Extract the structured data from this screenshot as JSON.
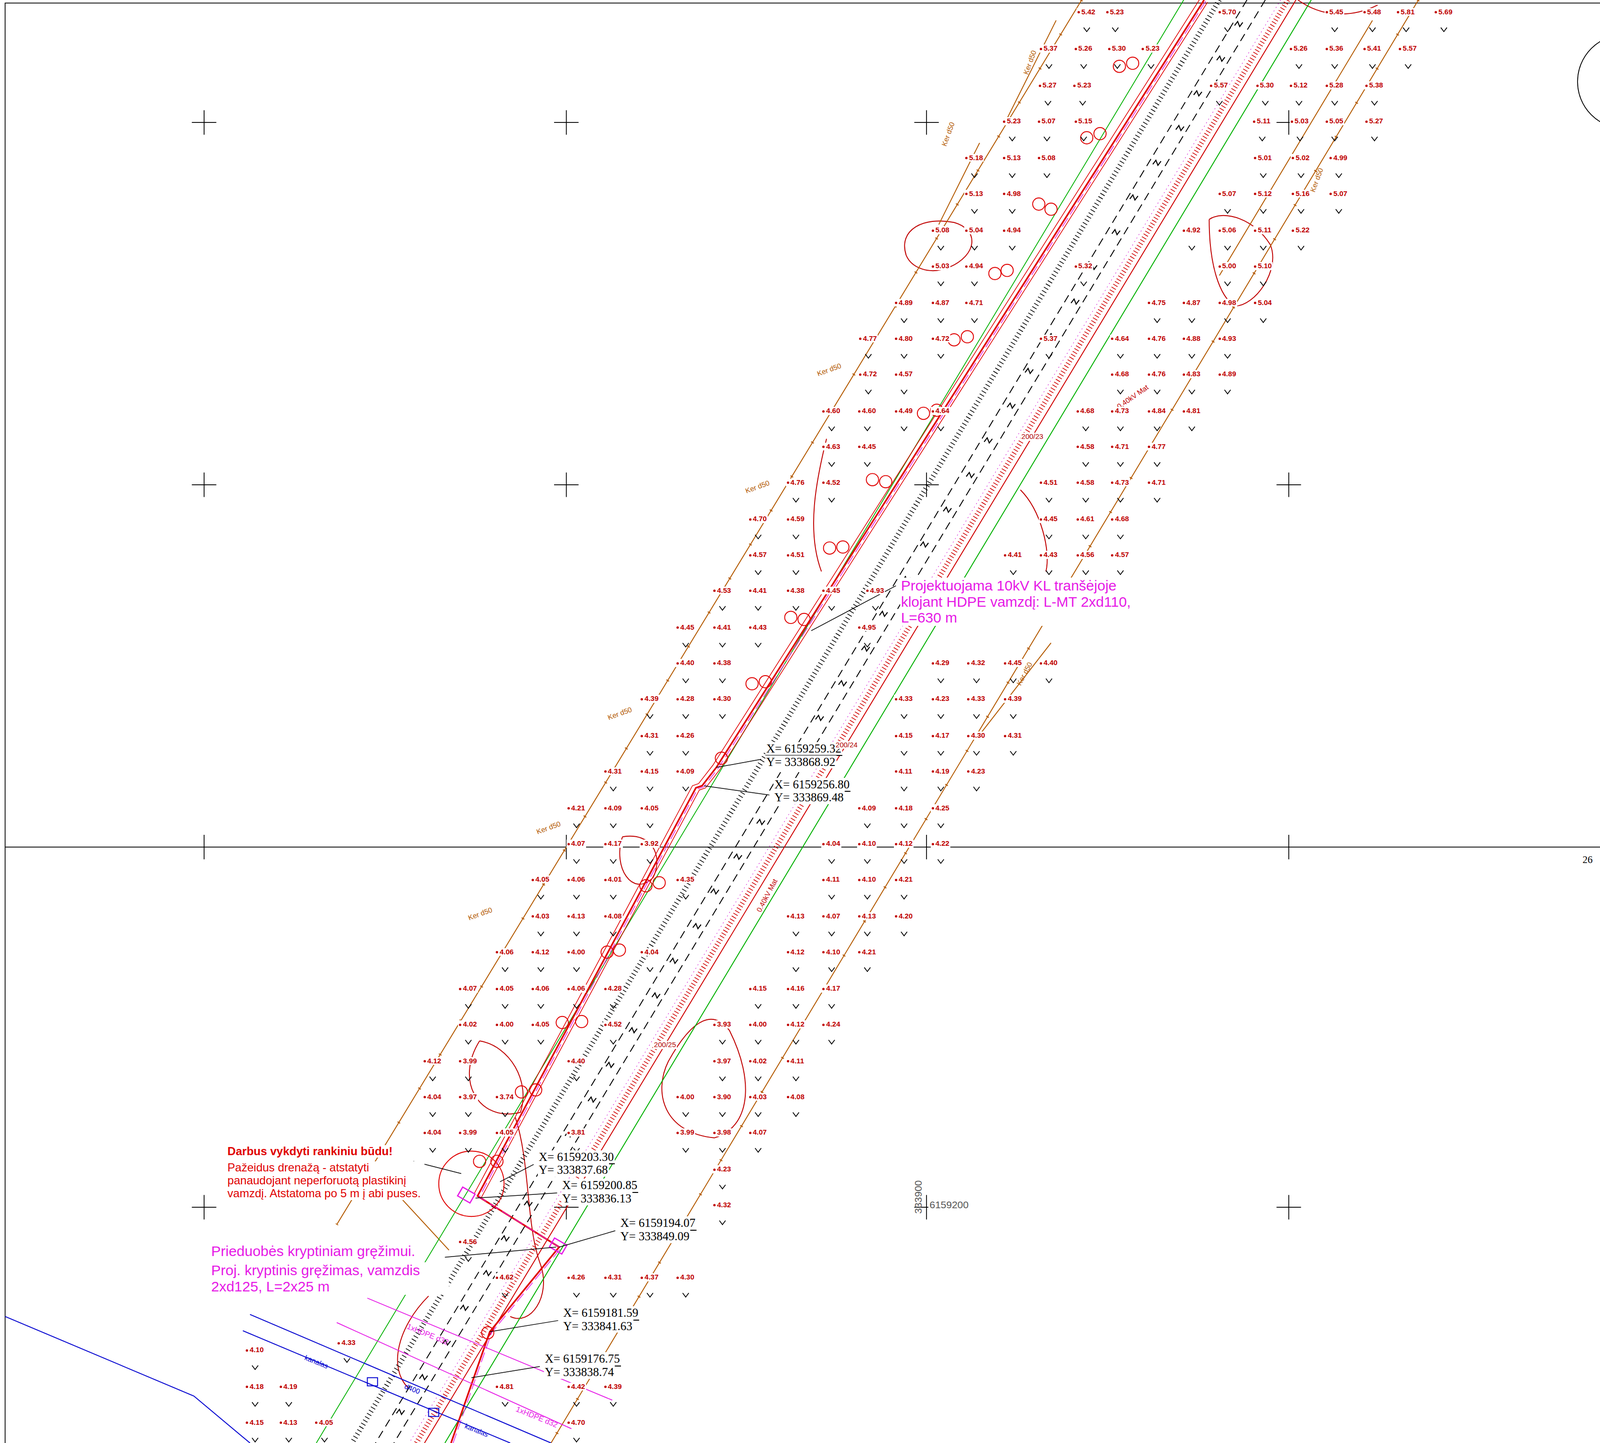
{
  "diagram": {
    "labels": [
      "Projektuojama 10kV KL tranšėjoje klojant HDPE vamzdį: L-MT 2xd110, L=630 m",
      "Prieduobės kryptiniam gręžimui.",
      "Proj. kryptinis gręžimas, vamzdis 2xd125, L=2x25 m",
      "Darbus vykdyti rankiniu būdu!",
      "Pažeidus drenažą - atstatyti panaudojant neperforuotą plastikinį vamzdį. Atstatoma po 5 m į abi puses.",
      "X= 6159259.32",
      "Y= 333868.92",
      "X= 6159256.80",
      "Y= 333869.48",
      "X= 6159203.30",
      "Y= 333837.68",
      "X= 6159200.85",
      "Y= 333836.13",
      "X= 6159194.07",
      "Y= 333849.09",
      "X= 6159181.59",
      "Y= 333841.63",
      "X= 6159176.75",
      "Y= 333838.74",
      "333900",
      "6159200",
      "26",
      "Ker d50",
      "Ker d50",
      "Ker d50",
      "Ker d50",
      "Ker d50",
      "Ker d50",
      "Ker d50",
      "Ker d50",
      "Ker d50",
      "200/25",
      "200/24",
      "200/23",
      "0.40kV Mat",
      "0.40kV Mat",
      "kanalas",
      "kanalas",
      "d400",
      "1xHDPE d32",
      "1xHDPE d32",
      "5.42",
      "5.23",
      "5.70",
      "5.45",
      "5.48",
      "5.81",
      "5.69",
      "5.37",
      "5.26",
      "5.30",
      "5.23",
      "5.26",
      "5.36",
      "5.41",
      "5.57",
      "5.27",
      "5.23",
      "5.57",
      "5.30",
      "5.12",
      "5.28",
      "5.38",
      "5.23",
      "5.07",
      "5.15",
      "5.11",
      "5.03",
      "5.05",
      "5.27",
      "5.18",
      "5.13",
      "5.08",
      "5.01",
      "5.02",
      "4.99",
      "5.13",
      "4.98",
      "5.07",
      "5.12",
      "5.16",
      "5.07",
      "5.08",
      "5.04",
      "4.94",
      "4.92",
      "5.06",
      "5.11",
      "5.22",
      "5.03",
      "4.94",
      "5.32",
      "5.00",
      "5.10",
      "4.89",
      "4.87",
      "4.71",
      "4.75",
      "4.87",
      "4.98",
      "5.04",
      "4.77",
      "4.80",
      "4.72",
      "5.37",
      "4.64",
      "4.76",
      "4.88",
      "4.93",
      "4.72",
      "4.57",
      "4.68",
      "4.76",
      "4.83",
      "4.89",
      "4.60",
      "4.60",
      "4.49",
      "4.64",
      "4.68",
      "4.73",
      "4.84",
      "4.81",
      "4.63",
      "4.45",
      "4.58",
      "4.71",
      "4.77",
      "4.76",
      "4.52",
      "4.51",
      "4.58",
      "4.73",
      "4.71",
      "4.70",
      "4.59",
      "4.45",
      "4.61",
      "4.68",
      "4.57",
      "4.51",
      "4.41",
      "4.43",
      "4.56",
      "4.57",
      "4.53",
      "4.41",
      "4.38",
      "4.45",
      "4.93",
      "4.45",
      "4.41",
      "4.43",
      "4.95",
      "4.40",
      "4.38",
      "4.29",
      "4.32",
      "4.45",
      "4.40",
      "4.39",
      "4.28",
      "4.30",
      "4.33",
      "4.23",
      "4.33",
      "4.39",
      "4.31",
      "4.26",
      "4.15",
      "4.17",
      "4.30",
      "4.31",
      "4.31",
      "4.15",
      "4.09",
      "4.11",
      "4.19",
      "4.23",
      "4.21",
      "4.09",
      "4.05",
      "4.09",
      "4.18",
      "4.25",
      "4.07",
      "4.17",
      "3.92",
      "4.04",
      "4.10",
      "4.12",
      "4.22",
      "4.05",
      "4.06",
      "4.01",
      "4.35",
      "4.11",
      "4.10",
      "4.21",
      "4.03",
      "4.13",
      "4.08",
      "4.13",
      "4.07",
      "4.13",
      "4.20",
      "4.06",
      "4.12",
      "4.00",
      "4.04",
      "4.12",
      "4.10",
      "4.21",
      "4.07",
      "4.05",
      "4.06",
      "4.06",
      "4.28",
      "4.15",
      "4.16",
      "4.17",
      "4.02",
      "4.00",
      "4.05",
      "4.52",
      "3.93",
      "4.00",
      "4.12",
      "4.24",
      "4.12",
      "3.99",
      "4.40",
      "3.97",
      "4.02",
      "4.11",
      "4.04",
      "3.97",
      "3.74",
      "4.00",
      "3.90",
      "4.03",
      "4.08",
      "4.04",
      "3.99",
      "4.05",
      "3.81",
      "3.99",
      "3.98",
      "4.07",
      "4.23",
      "4.32",
      "4.56",
      "4.62",
      "4.26",
      "4.31",
      "4.37",
      "4.30",
      "4.33",
      "4.10",
      "4.18",
      "4.19",
      "4.81",
      "4.42",
      "4.39",
      "4.15",
      "4.13",
      "4.05",
      "4.70"
    ]
  }
}
